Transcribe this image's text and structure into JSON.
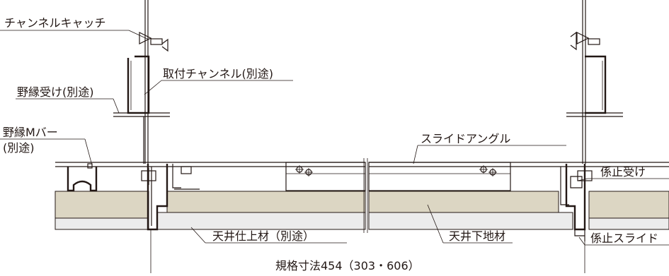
{
  "labels": {
    "channel_catch": "チャンネルキャッチ",
    "mounting_channel": "取付チャンネル(別途)",
    "nobuchi_uke": "野縁受け(別途)",
    "nobuchi_m_bar_1": "野縁Mバー",
    "nobuchi_m_bar_2": "(別途)",
    "slide_angle": "スライドアングル",
    "kakari_uke": "係止受け",
    "ceiling_finish": "天井仕上材（別途）",
    "ceiling_base": "天井下地材",
    "kakari_slide": "係止スライド",
    "dimension": "規格寸法454（303・606）"
  },
  "colors": {
    "line": "#231815",
    "board": "#dcd6c3",
    "underboard": "#ececec"
  }
}
